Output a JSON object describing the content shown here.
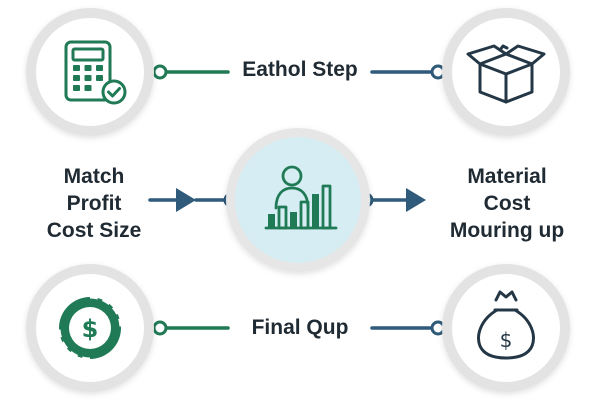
{
  "labels": {
    "top": "Eathol Step",
    "bottom": "Final Qup",
    "left": [
      "Match",
      "Profit",
      "Cost Size"
    ],
    "right": [
      "Material",
      "Cost",
      "Mouring up"
    ]
  },
  "icons": {
    "top_left": "calculator-check-icon",
    "top_right": "open-box-icon",
    "center": "person-growth-chart-icon",
    "bottom_left": "dollar-coin-icon",
    "bottom_right": "money-bag-icon"
  },
  "colors": {
    "green": "#1f7a55",
    "navy": "#2f5a7a",
    "ring": "#dcdcdc",
    "center_fill": "#d6eef3",
    "text": "#1f2a33"
  }
}
